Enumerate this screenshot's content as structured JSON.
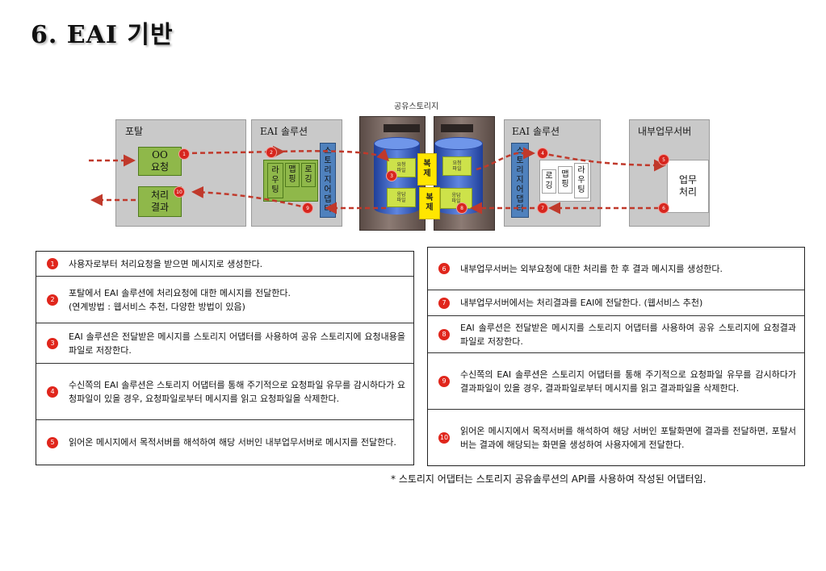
{
  "title": "6. EAI 기반",
  "diagram": {
    "storage_label": "공유스토리지",
    "portal": {
      "label": "포탈",
      "request": "OO\n요청",
      "result": "처리\n결과"
    },
    "eai_left": {
      "label": "EAI 솔루션",
      "routing": "라\n우\n팅",
      "mapping": "맵\n핑",
      "logging": "로\n깅",
      "adapter": "스\n토\n리\n지\n어\n댑\n터"
    },
    "eai_right": {
      "label": "EAI 솔루션",
      "adapter": "스\n토\n리\n지\n어\n댑\n터",
      "logging": "로\n깅",
      "mapping": "맵\n핑",
      "routing": "라\n우\n팅"
    },
    "internal": {
      "label": "내부업무서버",
      "work": "업무\n처리"
    },
    "files": {
      "request": "요청\n파일",
      "response": "응답\n파일"
    },
    "replicate": "복\n제",
    "badges": [
      "1",
      "2",
      "3",
      "4",
      "5",
      "6",
      "7",
      "8",
      "9",
      "10"
    ],
    "colors": {
      "arrow": "#c0392b",
      "adapter": "#4f81bd",
      "green": "#8fb84a",
      "badge": "#d7261e",
      "replicate": "#ffe600"
    }
  },
  "steps_left": [
    {
      "num": "1",
      "text": "사용자로부터 처리요청을 받으면 메시지로 생성한다."
    },
    {
      "num": "2",
      "text": "포탈에서 EAI 솔루션에 처리요청에 대한 메시지를 전달한다.\n(연계방법 : 웹서비스 추천, 다양한 방법이 있음)"
    },
    {
      "num": "3",
      "text": "EAI 솔루션은 전달받은 메시지를 스토리지 어댑터를 사용하여 공유 스토리지에 요청내용을 파일로 저장한다."
    },
    {
      "num": "4",
      "text": "수신쪽의 EAI 솔루션은 스토리지 어댑터를 통해 주기적으로 요청파일 유무를 감시하다가 요청파일이 있을 경우, 요청파일로부터 메시지를 읽고 요청파일을 삭제한다."
    },
    {
      "num": "5",
      "text": "읽어온 메시지에서 목적서버를 해석하여 해당 서버인 내부업무서버로 메시지를 전달한다."
    }
  ],
  "steps_right": [
    {
      "num": "6",
      "text": "내부업무서버는 외부요청에 대한 처리를 한 후 결과 메시지를 생성한다."
    },
    {
      "num": "7",
      "text": "내부업무서버에서는 처리결과를 EAI에 전달한다. (웹서비스 추천)"
    },
    {
      "num": "8",
      "text": "EAI 솔루션은 전달받은 메시지를 스토리지 어댑터를 사용하여 공유 스토리지에 요청결과 파일로 저장한다."
    },
    {
      "num": "9",
      "text": "수신쪽의 EAI 솔루션은 스토리지 어댑터를 통해 주기적으로 요청파일 유무를 감시하다가 결과파일이 있을 경우, 결과파일로부터 메시지를 읽고 결과파일을 삭제한다."
    },
    {
      "num": "10",
      "text": "읽어온 메시지에서 목적서버를 해석하여 해당 서버인 포탈화면에 결과를 전달하면, 포탈서버는 결과에 해당되는 화면을 생성하여 사용자에게 전달한다."
    }
  ],
  "footnote": "* 스토리지 어댑터는 스토리지 공유솔루션의 API를 사용하여 작성된 어댑터임."
}
